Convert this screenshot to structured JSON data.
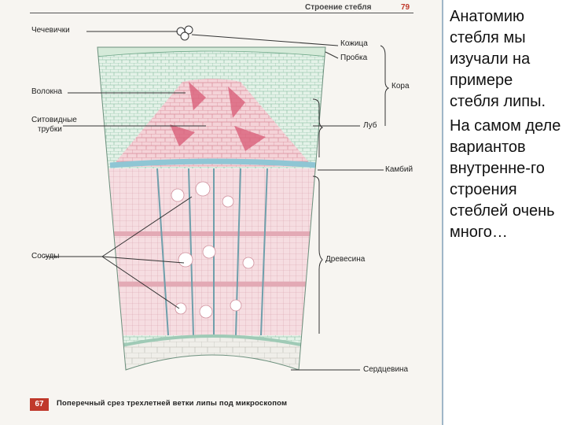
{
  "page": {
    "header_title": "Строение стебля",
    "page_number": "79",
    "figure_number": "67",
    "caption": "Поперечный срез трехлетней ветки липы под микроскопом"
  },
  "labels": {
    "lenticels": "Чечевички",
    "skin": "Кожица",
    "cork": "Пробка",
    "bark": "Кора",
    "fibers": "Волокна",
    "sieve_tubes_1": "Ситовидные",
    "sieve_tubes_2": "трубки",
    "bast": "Луб",
    "cambium": "Камбий",
    "vessels": "Сосуды",
    "wood": "Древесина",
    "pith": "Сердцевина"
  },
  "side_text": {
    "paragraph_1": "Анатомию стебля мы изучали на примере стебля липы.",
    "paragraph_2": "На самом деле вариантов внутренне-го строения стеблей очень много…"
  },
  "colors": {
    "wood_pink": "#f2c9cf",
    "bast_red": "#d9607a",
    "cambium_blue": "#8fc6d4",
    "cell_green": "#bfe3cf",
    "pith_gray": "#ecebe6"
  }
}
